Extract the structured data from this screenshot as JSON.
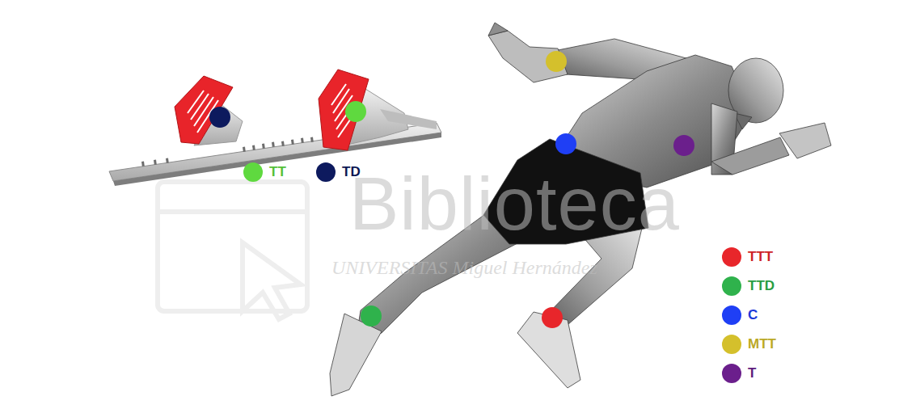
{
  "diagram": {
    "labels": [
      "Biblioteca",
      "UNIVERSITAS Miguel Hernández"
    ],
    "legend": [
      {
        "text": "TT",
        "color": "#5fd93f"
      },
      {
        "text": "TD",
        "color": "#0d1a5e"
      },
      {
        "text": "TTT",
        "color": "#e8262b"
      },
      {
        "text": "TTD",
        "color": "#2fb24c"
      },
      {
        "text": "C",
        "color": "#1f3ff5"
      },
      {
        "text": "MTT",
        "color": "#d4c02c"
      },
      {
        "text": "T",
        "color": "#6b1f8c"
      }
    ]
  }
}
